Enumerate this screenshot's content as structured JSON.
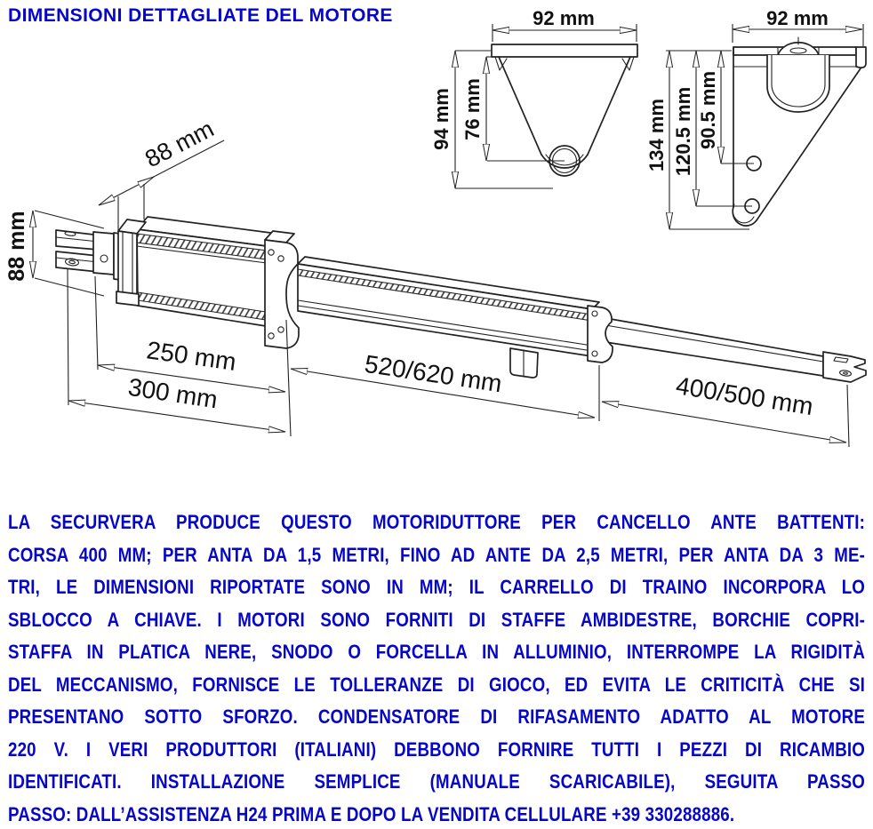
{
  "title": "DIMENSIONI DETTAGLIATE DEL MOTORE",
  "diagram": {
    "side_bracket": {
      "width": "92 mm",
      "overall_height": "94 mm",
      "hole_height": "76 mm"
    },
    "rear_bracket": {
      "width": "92 mm",
      "overall_height": "134 mm",
      "lower_hole_height": "120.5 mm",
      "upper_hole_height": "90.5 mm"
    },
    "actuator": {
      "top_width": "88 mm",
      "body_height": "88 mm",
      "motor_length": "250 mm",
      "rear_length": "300 mm",
      "rail_length": "520/620 mm",
      "stroke_length": "400/500 mm"
    }
  },
  "description_lines": [
    "LA SECURVERA PRODUCE QUESTO MOTORIDUTTORE PER CANCELLO ANTE BATTENTI:",
    "CORSA 400 MM; PER ANTA DA 1,5 METRI, FINO AD ANTE DA 2,5 METRI, PER ANTA DA 3 ME-",
    "TRI, LE DIMENSIONI RIPORTATE SONO IN MM; IL CARRELLO DI TRAINO INCORPORA LO",
    "SBLOCCO A CHIAVE. I MOTORI SONO FORNITI DI STAFFE AMBIDESTRE, BORCHIE COPRI-",
    "STAFFA IN PLATICA NERE, SNODO O FORCELLA IN ALLUMINIO, INTERROMPE LA RIGIDITÀ",
    "DEL MECCANISMO, FORNISCE LE TOLLERANZE DI GIOCO, ED EVITA LE CRITICITÀ CHE SI",
    "PRESENTANO SOTTO SFORZO. CONDENSATORE DI RIFASAMENTO ADATTO AL MOTORE",
    "220 V. I VERI PRODUTTORI (ITALIANI) DEBBONO FORNIRE TUTTI I PEZZI DI RICAMBIO",
    "IDENTIFICATI. INSTALLAZIONE SEMPLICE (MANUALE SCARICABILE),  SEGUITA PASSO",
    "PASSO: DALL’ASSISTENZA H24 PRIMA E DOPO LA VENDITA CELLULARE +39 330288886."
  ],
  "colors": {
    "accent_blue": "#0606C8",
    "ink": "#222222"
  }
}
